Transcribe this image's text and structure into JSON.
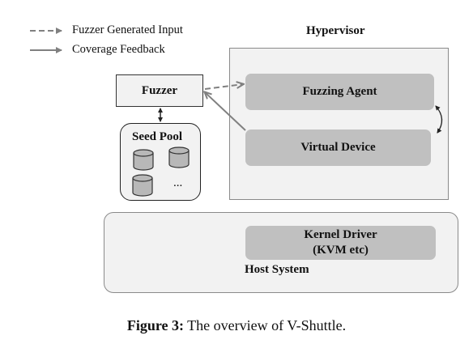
{
  "legend": {
    "dashed_label": "Fuzzer Generated Input",
    "solid_label": "Coverage Feedback"
  },
  "hypervisor": {
    "title": "Hypervisor"
  },
  "fuzzer": {
    "label": "Fuzzer"
  },
  "seed_pool": {
    "title": "Seed Pool",
    "more": "..."
  },
  "fuzzing_agent": {
    "label": "Fuzzing Agent"
  },
  "virtual_device": {
    "label": "Virtual Device"
  },
  "kernel_driver": {
    "line1": "Kernel Driver",
    "line2": "(KVM etc)"
  },
  "host_system": {
    "label": "Host System"
  },
  "caption": {
    "figure_label": "Figure 3:",
    "text": " The overview of V-Shuttle."
  },
  "colors": {
    "box_fill": "#f2f2f2",
    "component_fill": "#c0c0c0",
    "arrow_gray": "#808080",
    "outline_dark": "#222222"
  }
}
